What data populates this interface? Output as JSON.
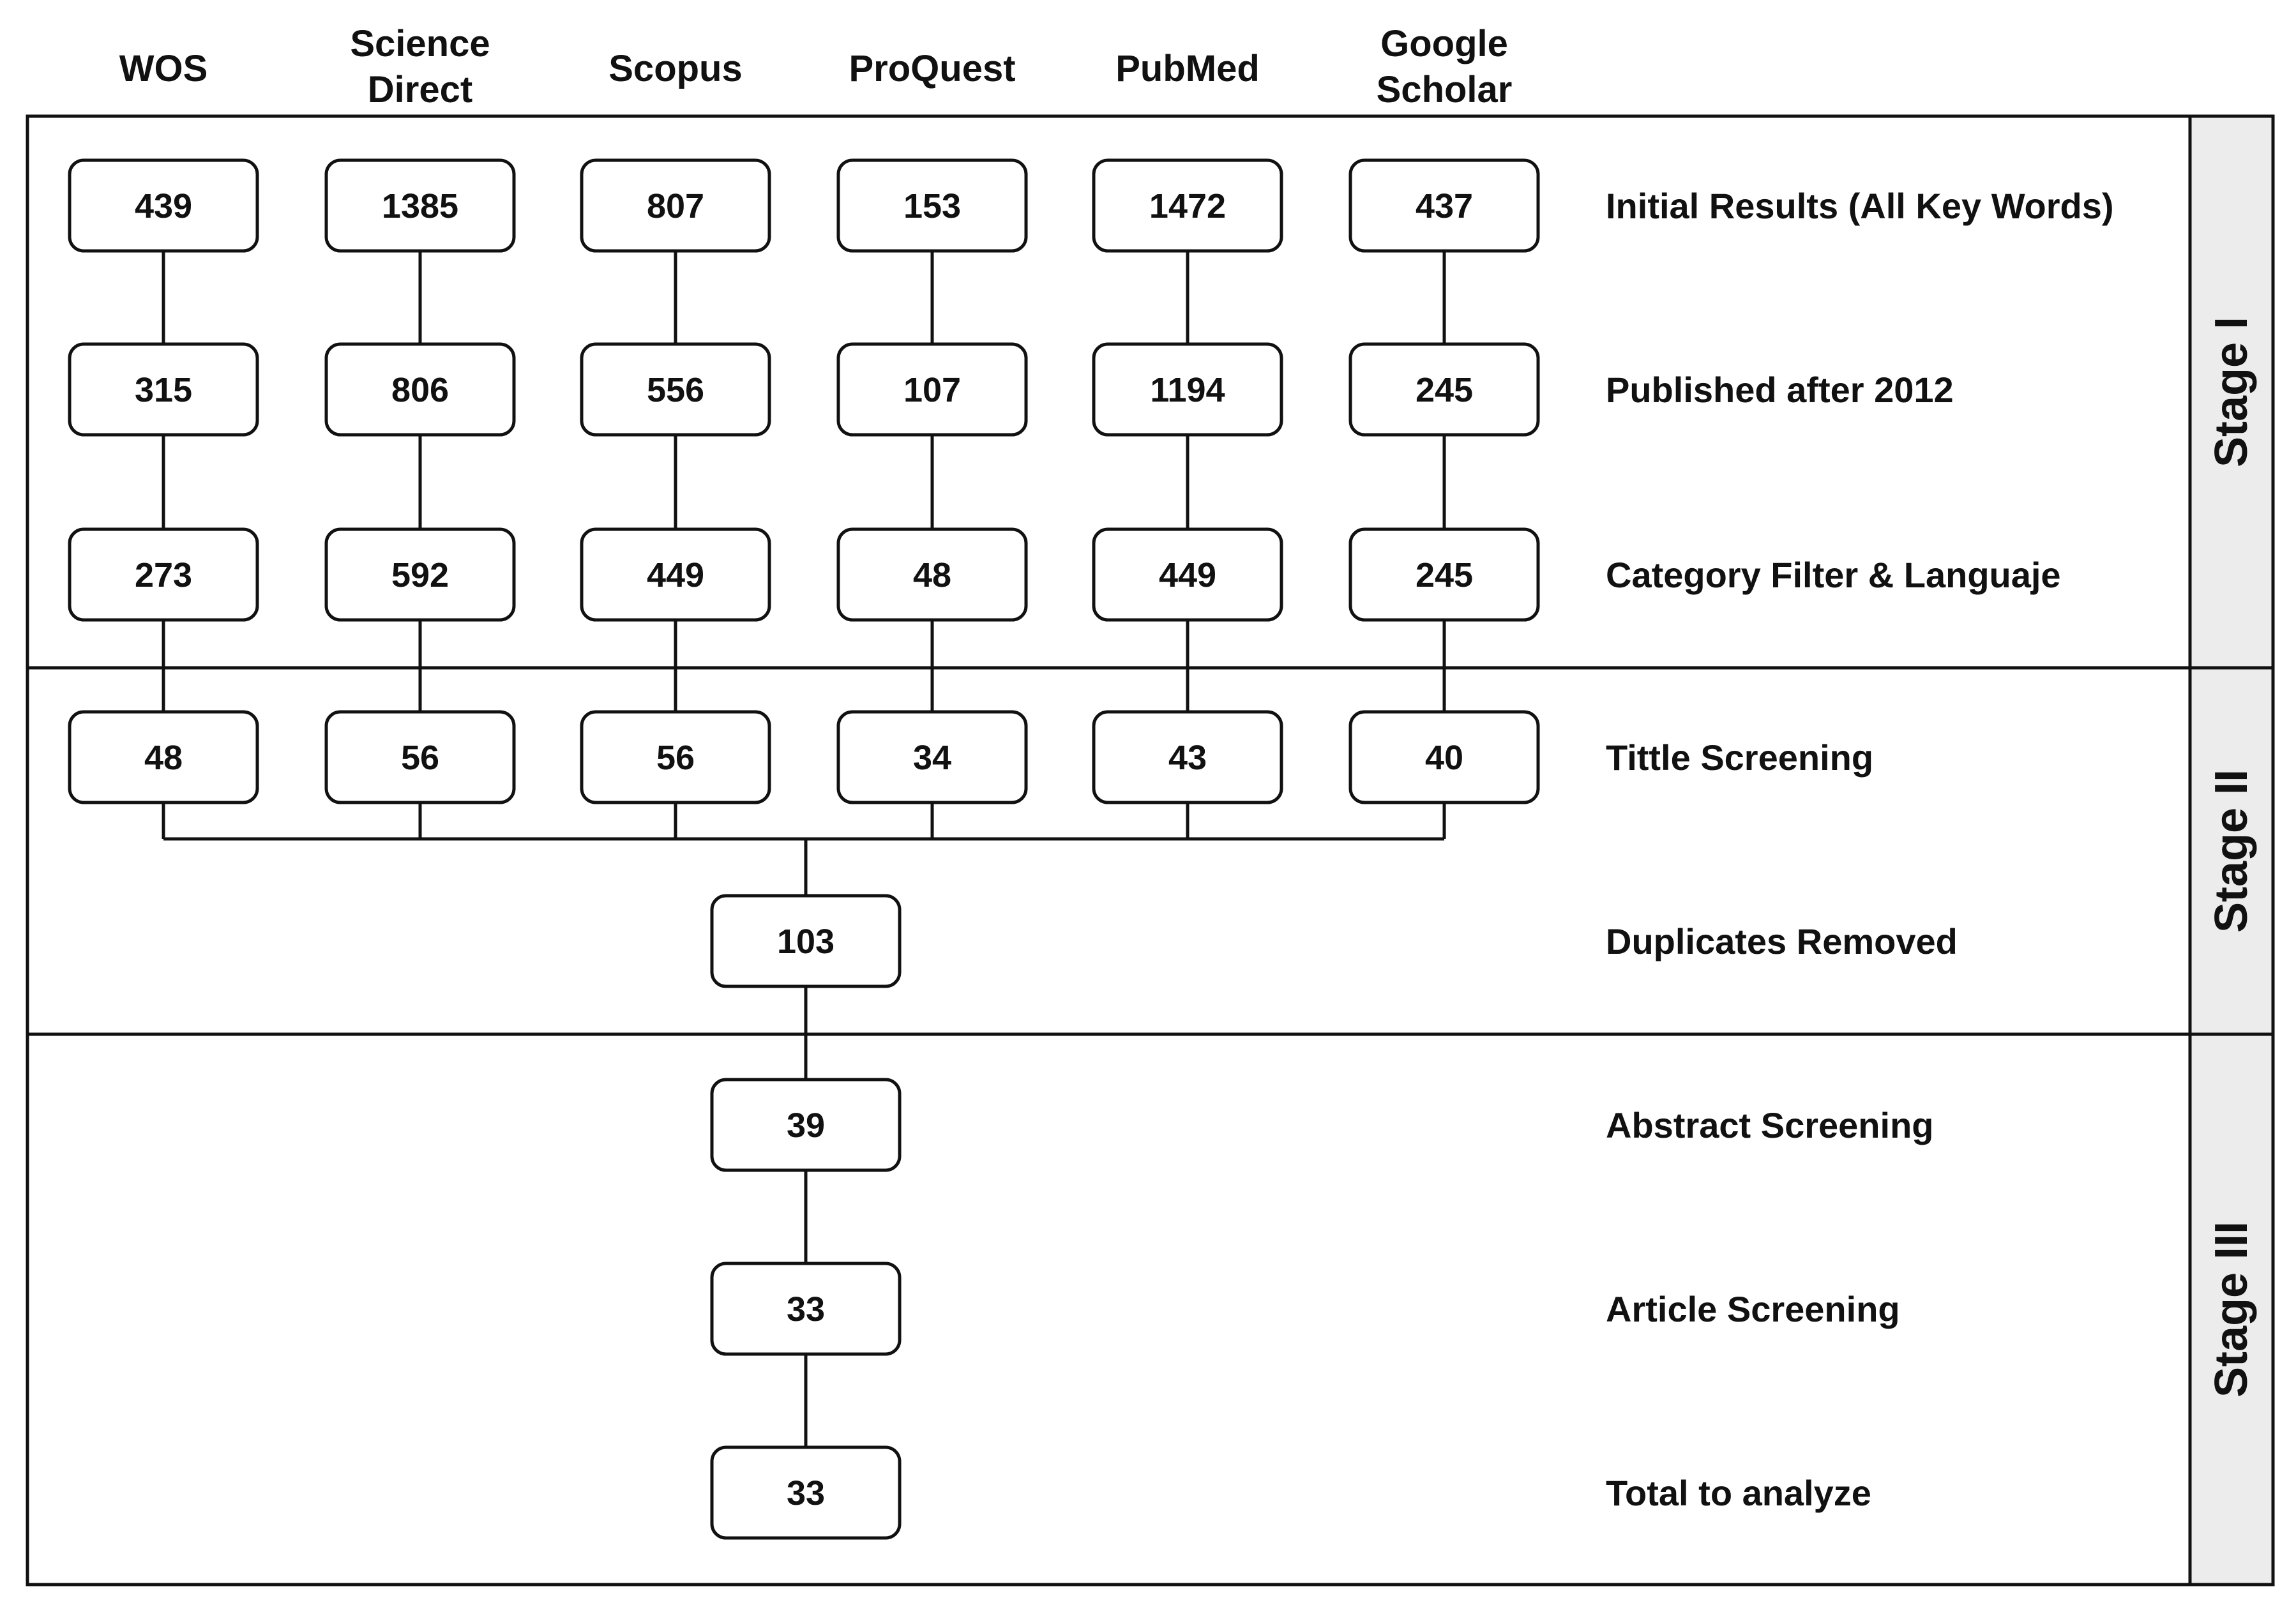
{
  "sources": [
    {
      "name": [
        "WOS"
      ],
      "counts": [
        "439",
        "315",
        "273",
        "48"
      ]
    },
    {
      "name": [
        "Science",
        "Direct"
      ],
      "counts": [
        "1385",
        "806",
        "592",
        "56"
      ]
    },
    {
      "name": [
        "Scopus"
      ],
      "counts": [
        "807",
        "556",
        "449",
        "56"
      ]
    },
    {
      "name": [
        "ProQuest"
      ],
      "counts": [
        "153",
        "107",
        "48",
        "34"
      ]
    },
    {
      "name": [
        "PubMed"
      ],
      "counts": [
        "1472",
        "1194",
        "449",
        "43"
      ]
    },
    {
      "name": [
        "Google",
        "Scholar"
      ],
      "counts": [
        "437",
        "245",
        "245",
        "40"
      ]
    }
  ],
  "merged_counts": [
    "103",
    "39",
    "33",
    "33"
  ],
  "step_labels": [
    "Initial Results (All Key Words)",
    "Published after 2012",
    "Category Filter & Languaje",
    "Tittle Screening",
    "Duplicates Removed",
    "Abstract Screening",
    "Article Screening",
    "Total to analyze"
  ],
  "stages": [
    "Stage I",
    "Stage II",
    "Stage III"
  ]
}
